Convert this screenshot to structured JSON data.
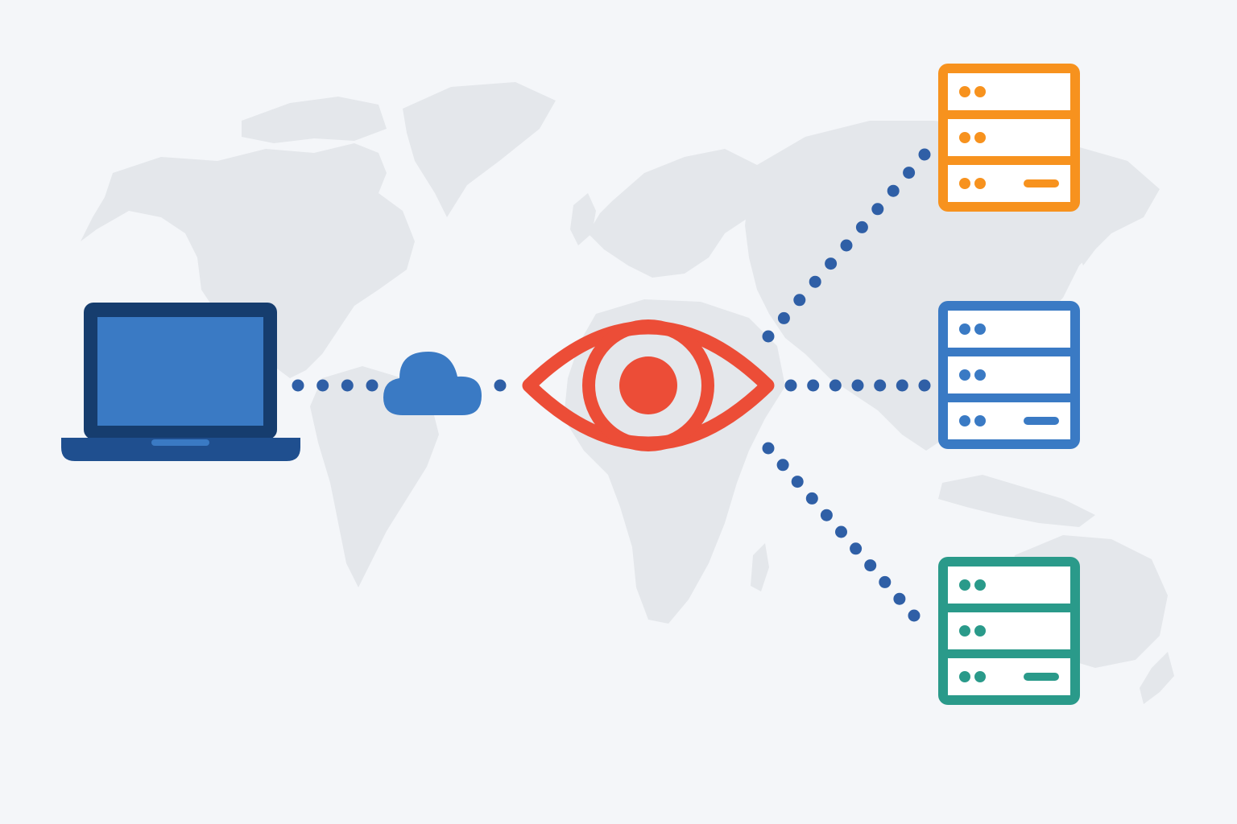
{
  "colors": {
    "background": "#f4f6f9",
    "map_land": "#e4e7eb",
    "connection_dots": "#2f5fa6",
    "laptop_frame": "#163d6e",
    "laptop_screen": "#3a7ac4",
    "laptop_base": "#1f4f8f",
    "cloud": "#3a7ac4",
    "eye": "#ec4d37",
    "server_top": "#f7921e",
    "server_middle": "#3a7ac4",
    "server_bottom": "#2a9a8a"
  },
  "nodes": {
    "client": {
      "icon": "laptop-icon"
    },
    "network": {
      "icon": "cloud-icon"
    },
    "observer": {
      "icon": "eye-icon"
    },
    "servers": [
      {
        "icon": "server-icon",
        "color_key": "server_top"
      },
      {
        "icon": "server-icon",
        "color_key": "server_middle"
      },
      {
        "icon": "server-icon",
        "color_key": "server_bottom"
      }
    ]
  },
  "background_map": "world-map-icon"
}
